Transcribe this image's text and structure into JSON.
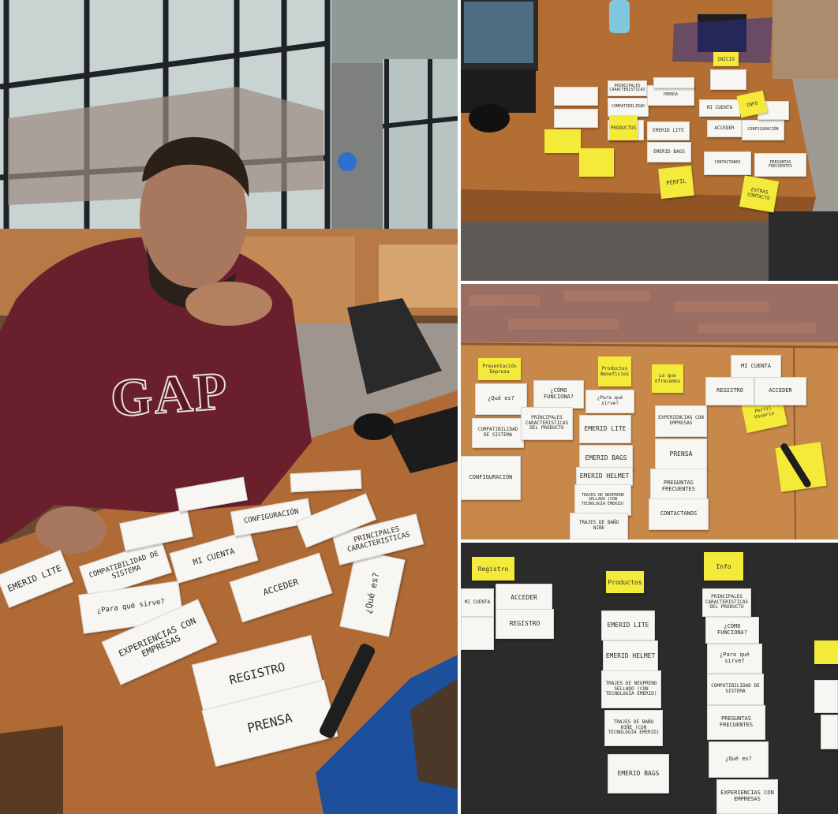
{
  "colors": {
    "table_wood": "#b06a36",
    "wall_brick": "#9a6e62",
    "black_surface": "#2b2b2b",
    "sticky_yellow": "#f4ea3a",
    "card_white": "#f7f6f2",
    "hoodie_maroon": "#6a1f2c"
  },
  "left_photo": {
    "hoodie_text": "GAP",
    "cards": [
      {
        "text": "EMERID LITE"
      },
      {
        "text": "COMPATIBILIDAD DE SISTEMA"
      },
      {
        "text": "¿Para qué sirve?"
      },
      {
        "text": "EXPERIENCIAS CON EMPRESAS"
      },
      {
        "text": "REGISTRO"
      },
      {
        "text": "PRENSA"
      },
      {
        "text": "MI CUENTA"
      },
      {
        "text": "ACCEDER"
      },
      {
        "text": "¿Qué es?"
      },
      {
        "text": "PRINCIPALES CARACTERISTICAS"
      },
      {
        "text": "CONFIGURACIÓN"
      }
    ]
  },
  "top_right_photo": {
    "white_cards": [
      {
        "text": "PRINCIPALES CARACTERISTICAS"
      },
      {
        "text": "COMPATIBILIDAD"
      },
      {
        "text": "EMERID LITE"
      },
      {
        "text": "EMERID BAGS"
      },
      {
        "text": "MI CUENTA"
      },
      {
        "text": "ACCEDER"
      },
      {
        "text": "CONFIGURACIÓN"
      },
      {
        "text": "CONTACTANOS"
      },
      {
        "text": "PREGUNTAS FRECUENTES"
      },
      {
        "text": "PRENSA"
      }
    ],
    "sticky_notes": [
      {
        "text": "PRODUCTOS"
      },
      {
        "text": "INICIO"
      },
      {
        "text": "PERFIL"
      },
      {
        "text": "INFO"
      },
      {
        "text": "EXTRAS CONTACTO"
      }
    ]
  },
  "middle_right_photo": {
    "sticky_notes": [
      {
        "text": "Presentación Empresa"
      },
      {
        "text": "Productos Beneficios"
      },
      {
        "text": "Lo que ofrecemos"
      },
      {
        "text": "Perfil Usuario"
      }
    ],
    "column_1": [
      {
        "text": "¿Qué es?"
      },
      {
        "text": "COMPATIBILIDAD DE SISTEMA"
      },
      {
        "text": "CONFIGURACIÓN"
      }
    ],
    "column_2": [
      {
        "text": "¿CÓMO FUNCIONA?"
      },
      {
        "text": "PRINCIPALES CARACTERISTICAS DEL PRODUCTO"
      },
      {
        "text": "¿Para qué sirve?"
      }
    ],
    "column_3": [
      {
        "text": "EMERID LITE"
      },
      {
        "text": "EMERID BAGS"
      },
      {
        "text": "EMERID HELMET"
      },
      {
        "text": "TRAJES DE NEOPRENO SELLADO (CON TECNOLOGÍA EMERID)"
      },
      {
        "text": "TRAJES DE BAÑO NIÑE"
      }
    ],
    "column_4": [
      {
        "text": "EXPERIENCIAS CON EMPRESAS"
      },
      {
        "text": "PRENSA"
      },
      {
        "text": "PREGUNTAS FRECUENTES"
      },
      {
        "text": "CONTACTANOS"
      }
    ],
    "column_5": [
      {
        "text": "MI CUENTA"
      },
      {
        "text": "REGISTRO"
      },
      {
        "text": "ACCEDER"
      }
    ]
  },
  "bottom_right_photo": {
    "sticky_notes": [
      {
        "text": "Registro"
      },
      {
        "text": "Productos"
      },
      {
        "text": "Info"
      }
    ],
    "column_1": [
      {
        "text": "MI CUENTA"
      },
      {
        "text": "ACCEDER"
      },
      {
        "text": "REGISTRO"
      }
    ],
    "column_2": [
      {
        "text": "EMERID LITE"
      },
      {
        "text": "EMERID HELMET"
      },
      {
        "text": "TRAJES DE NEOPRENO SELLADO (CON TECNOLOGÍA EMERID)"
      },
      {
        "text": "TRAJES DE BAÑO NIÑE (CON TECNOLOGÍA EMERID)"
      },
      {
        "text": "EMERID BAGS"
      }
    ],
    "column_3": [
      {
        "text": "PRINCIPALES CARACTERISTICAS DEL PRODUCTO"
      },
      {
        "text": "¿CÓMO FUNCIONA?"
      },
      {
        "text": "¿Para qué sirve?"
      },
      {
        "text": "COMPATIBILIDAD DE SISTEMA"
      },
      {
        "text": "PREGUNTAS FRECUENTES"
      },
      {
        "text": "¿Qué es?"
      },
      {
        "text": "EXPERIENCIAS CON EMPRESAS"
      }
    ]
  }
}
